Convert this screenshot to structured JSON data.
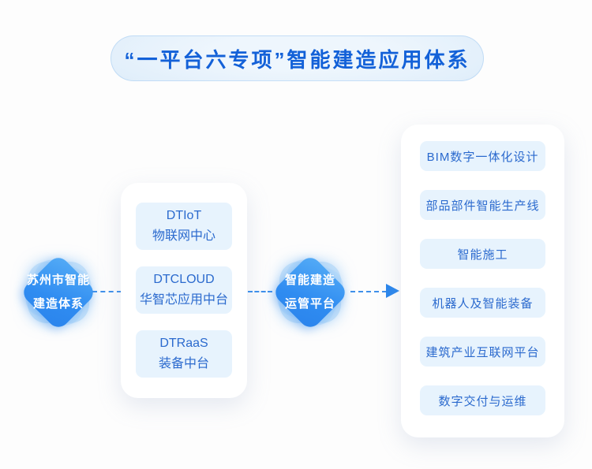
{
  "banner": {
    "title": "“一平台六专项”智能建造应用体系"
  },
  "flow": {
    "left_node": {
      "line1": "苏州市智能",
      "line2": "建造体系"
    },
    "middle_node": {
      "line1": "智能建造",
      "line2": "运管平台"
    },
    "platform_card": {
      "items": [
        {
          "line1": "DTIoT",
          "line2": "物联网中心"
        },
        {
          "line1": "DTCLOUD",
          "line2": "华智芯应用中台"
        },
        {
          "line1": "DTRaaS",
          "line2": "装备中台"
        }
      ]
    },
    "specials_card": {
      "items": [
        "BIM数字一体化设计",
        "部品部件智能生产线",
        "智能施工",
        "机器人及智能装备",
        "建筑产业互联网平台",
        "数字交付与运维"
      ]
    }
  },
  "colors": {
    "title_text": "#1361d8",
    "banner_bg": "#dcecf9",
    "node_blue_top": "#55acf6",
    "node_blue_bottom": "#2b84ec",
    "pill_bg": "#e7f3fd",
    "pill_text": "#2b6ace",
    "connector": "#3f90ea"
  }
}
